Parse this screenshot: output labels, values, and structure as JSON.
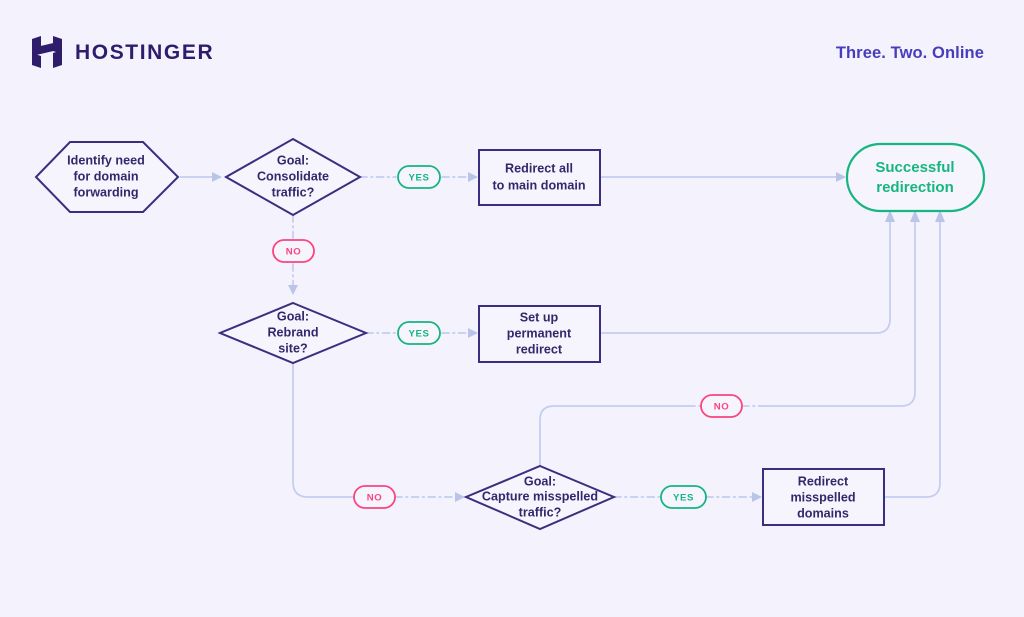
{
  "header": {
    "logo_name": "hostinger-logo-icon",
    "brand": "HOSTINGER",
    "tagline": "Three. Two. Online"
  },
  "colors": {
    "background": "#f3f2fd",
    "node_stroke": "#3b2e7e",
    "node_text": "#32296b",
    "brand_purple": "#2f1c6a",
    "tagline_purple": "#473dbb",
    "yes_green": "#16b57f",
    "no_pink": "#fa457f",
    "edge_blue": "#c3cdee"
  },
  "diagram": {
    "type": "flowchart",
    "title": "Domain forwarding decision flow",
    "nodes": [
      {
        "id": "start",
        "shape": "hexagon",
        "lines": [
          "Identify need",
          "for domain",
          "forwarding"
        ]
      },
      {
        "id": "d1",
        "shape": "diamond",
        "lines": [
          "Goal:",
          "Consolidate",
          "traffic?"
        ]
      },
      {
        "id": "a1",
        "shape": "rect",
        "lines": [
          "Redirect all",
          "to main domain"
        ]
      },
      {
        "id": "d2",
        "shape": "diamond",
        "lines": [
          "Goal:",
          "Rebrand",
          "site?"
        ]
      },
      {
        "id": "a2",
        "shape": "rect",
        "lines": [
          "Set up",
          "permanent",
          "redirect"
        ]
      },
      {
        "id": "d3",
        "shape": "diamond",
        "lines": [
          "Goal:",
          "Capture misspelled",
          "traffic?"
        ]
      },
      {
        "id": "a3",
        "shape": "rect",
        "lines": [
          "Redirect",
          "misspelled",
          "domains"
        ]
      },
      {
        "id": "end",
        "shape": "stadium",
        "lines": [
          "Successful",
          "redirection"
        ]
      }
    ],
    "edges": [
      {
        "from": "start",
        "to": "d1",
        "label": ""
      },
      {
        "from": "d1",
        "to": "a1",
        "label": "YES"
      },
      {
        "from": "d1",
        "to": "d2",
        "label": "NO"
      },
      {
        "from": "a1",
        "to": "end",
        "label": ""
      },
      {
        "from": "d2",
        "to": "a2",
        "label": "YES"
      },
      {
        "from": "d2",
        "to": "d3",
        "label": "NO"
      },
      {
        "from": "a2",
        "to": "end",
        "label": ""
      },
      {
        "from": "d3",
        "to": "a3",
        "label": "YES"
      },
      {
        "from": "d3",
        "to": "end",
        "label": "NO"
      },
      {
        "from": "a3",
        "to": "end",
        "label": ""
      }
    ],
    "labels": {
      "yes": "YES",
      "no": "NO"
    }
  }
}
